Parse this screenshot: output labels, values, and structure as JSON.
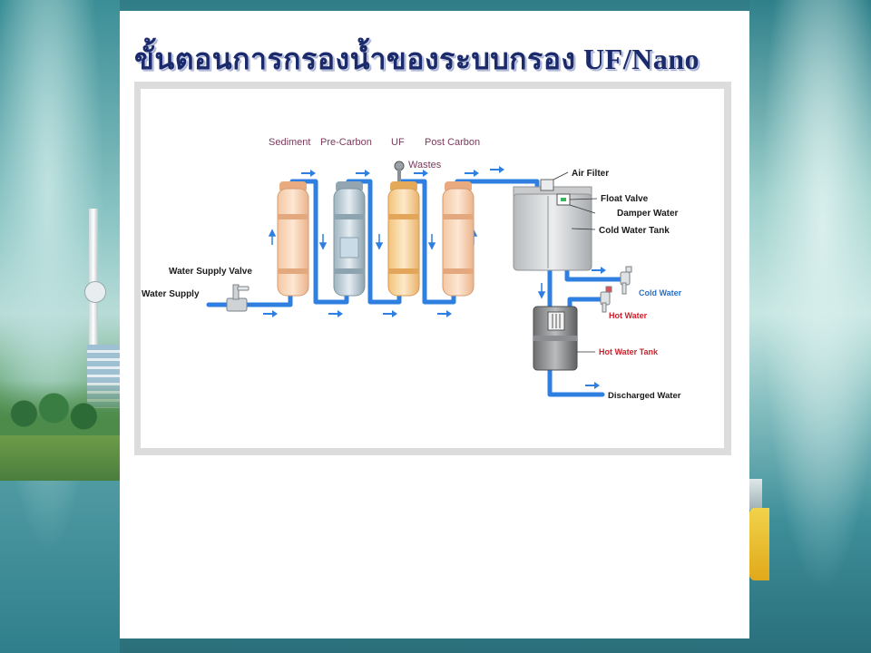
{
  "slide": {
    "title": "ขั้นตอนการกรองน้ำของระบบกรอง UF/Nano"
  },
  "diagram": {
    "stage_labels": [
      "Sediment",
      "Pre-Carbon",
      "UF",
      "Post Carbon"
    ],
    "wastes_label": "Wastes",
    "water_supply_valve_label": "Water Supply Valve",
    "water_supply_label": "Water Supply",
    "air_filter_label": "Air Filter",
    "float_valve_label": "Float Valve",
    "damper_water_label": "Damper Water",
    "cold_water_tank_label": "Cold Water Tank",
    "cold_water_label": "Cold Water",
    "hot_water_label": "Hot Water",
    "hot_water_tank_label": "Hot Water Tank",
    "discharged_water_label": "Discharged Water"
  },
  "colors": {
    "title": "#1b2a6b",
    "pipe": "#2f7fe0",
    "stage_label": "#7a3b5c",
    "cold_label": "#2a6fc9",
    "hot_label": "#d0202a",
    "tank": "#d7d9db"
  }
}
